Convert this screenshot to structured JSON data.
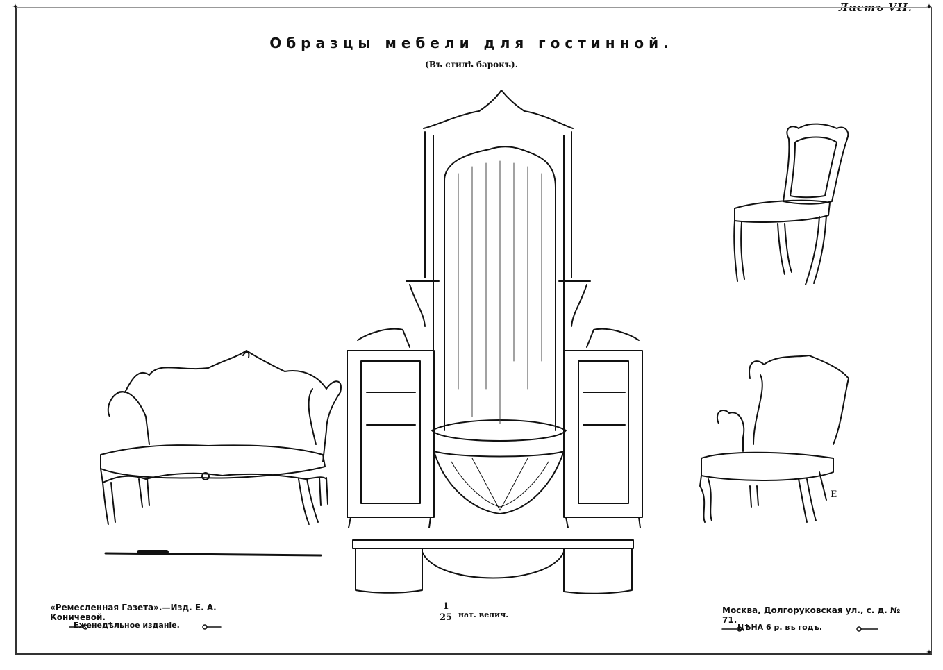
{
  "sheet_label": "Листъ VII.",
  "title": "Образцы мебели для гостинной.",
  "subtitle": "(Въ стилѣ барокъ).",
  "scale": {
    "numerator": "1",
    "denominator": "25",
    "text": "нат. велич."
  },
  "footer": {
    "publisher": "«Ремесленная Газета».—Изд. Е. А. Коничевой.",
    "edition": "Еженедѣльное изданіе.",
    "address": "Москва, Долгоруковская ул., с. д. № 71.",
    "price": "ЦѢНА 6 р. въ годъ."
  },
  "artist_mark": "E",
  "colors": {
    "ink": "#111111",
    "paper": "#ffffff"
  }
}
